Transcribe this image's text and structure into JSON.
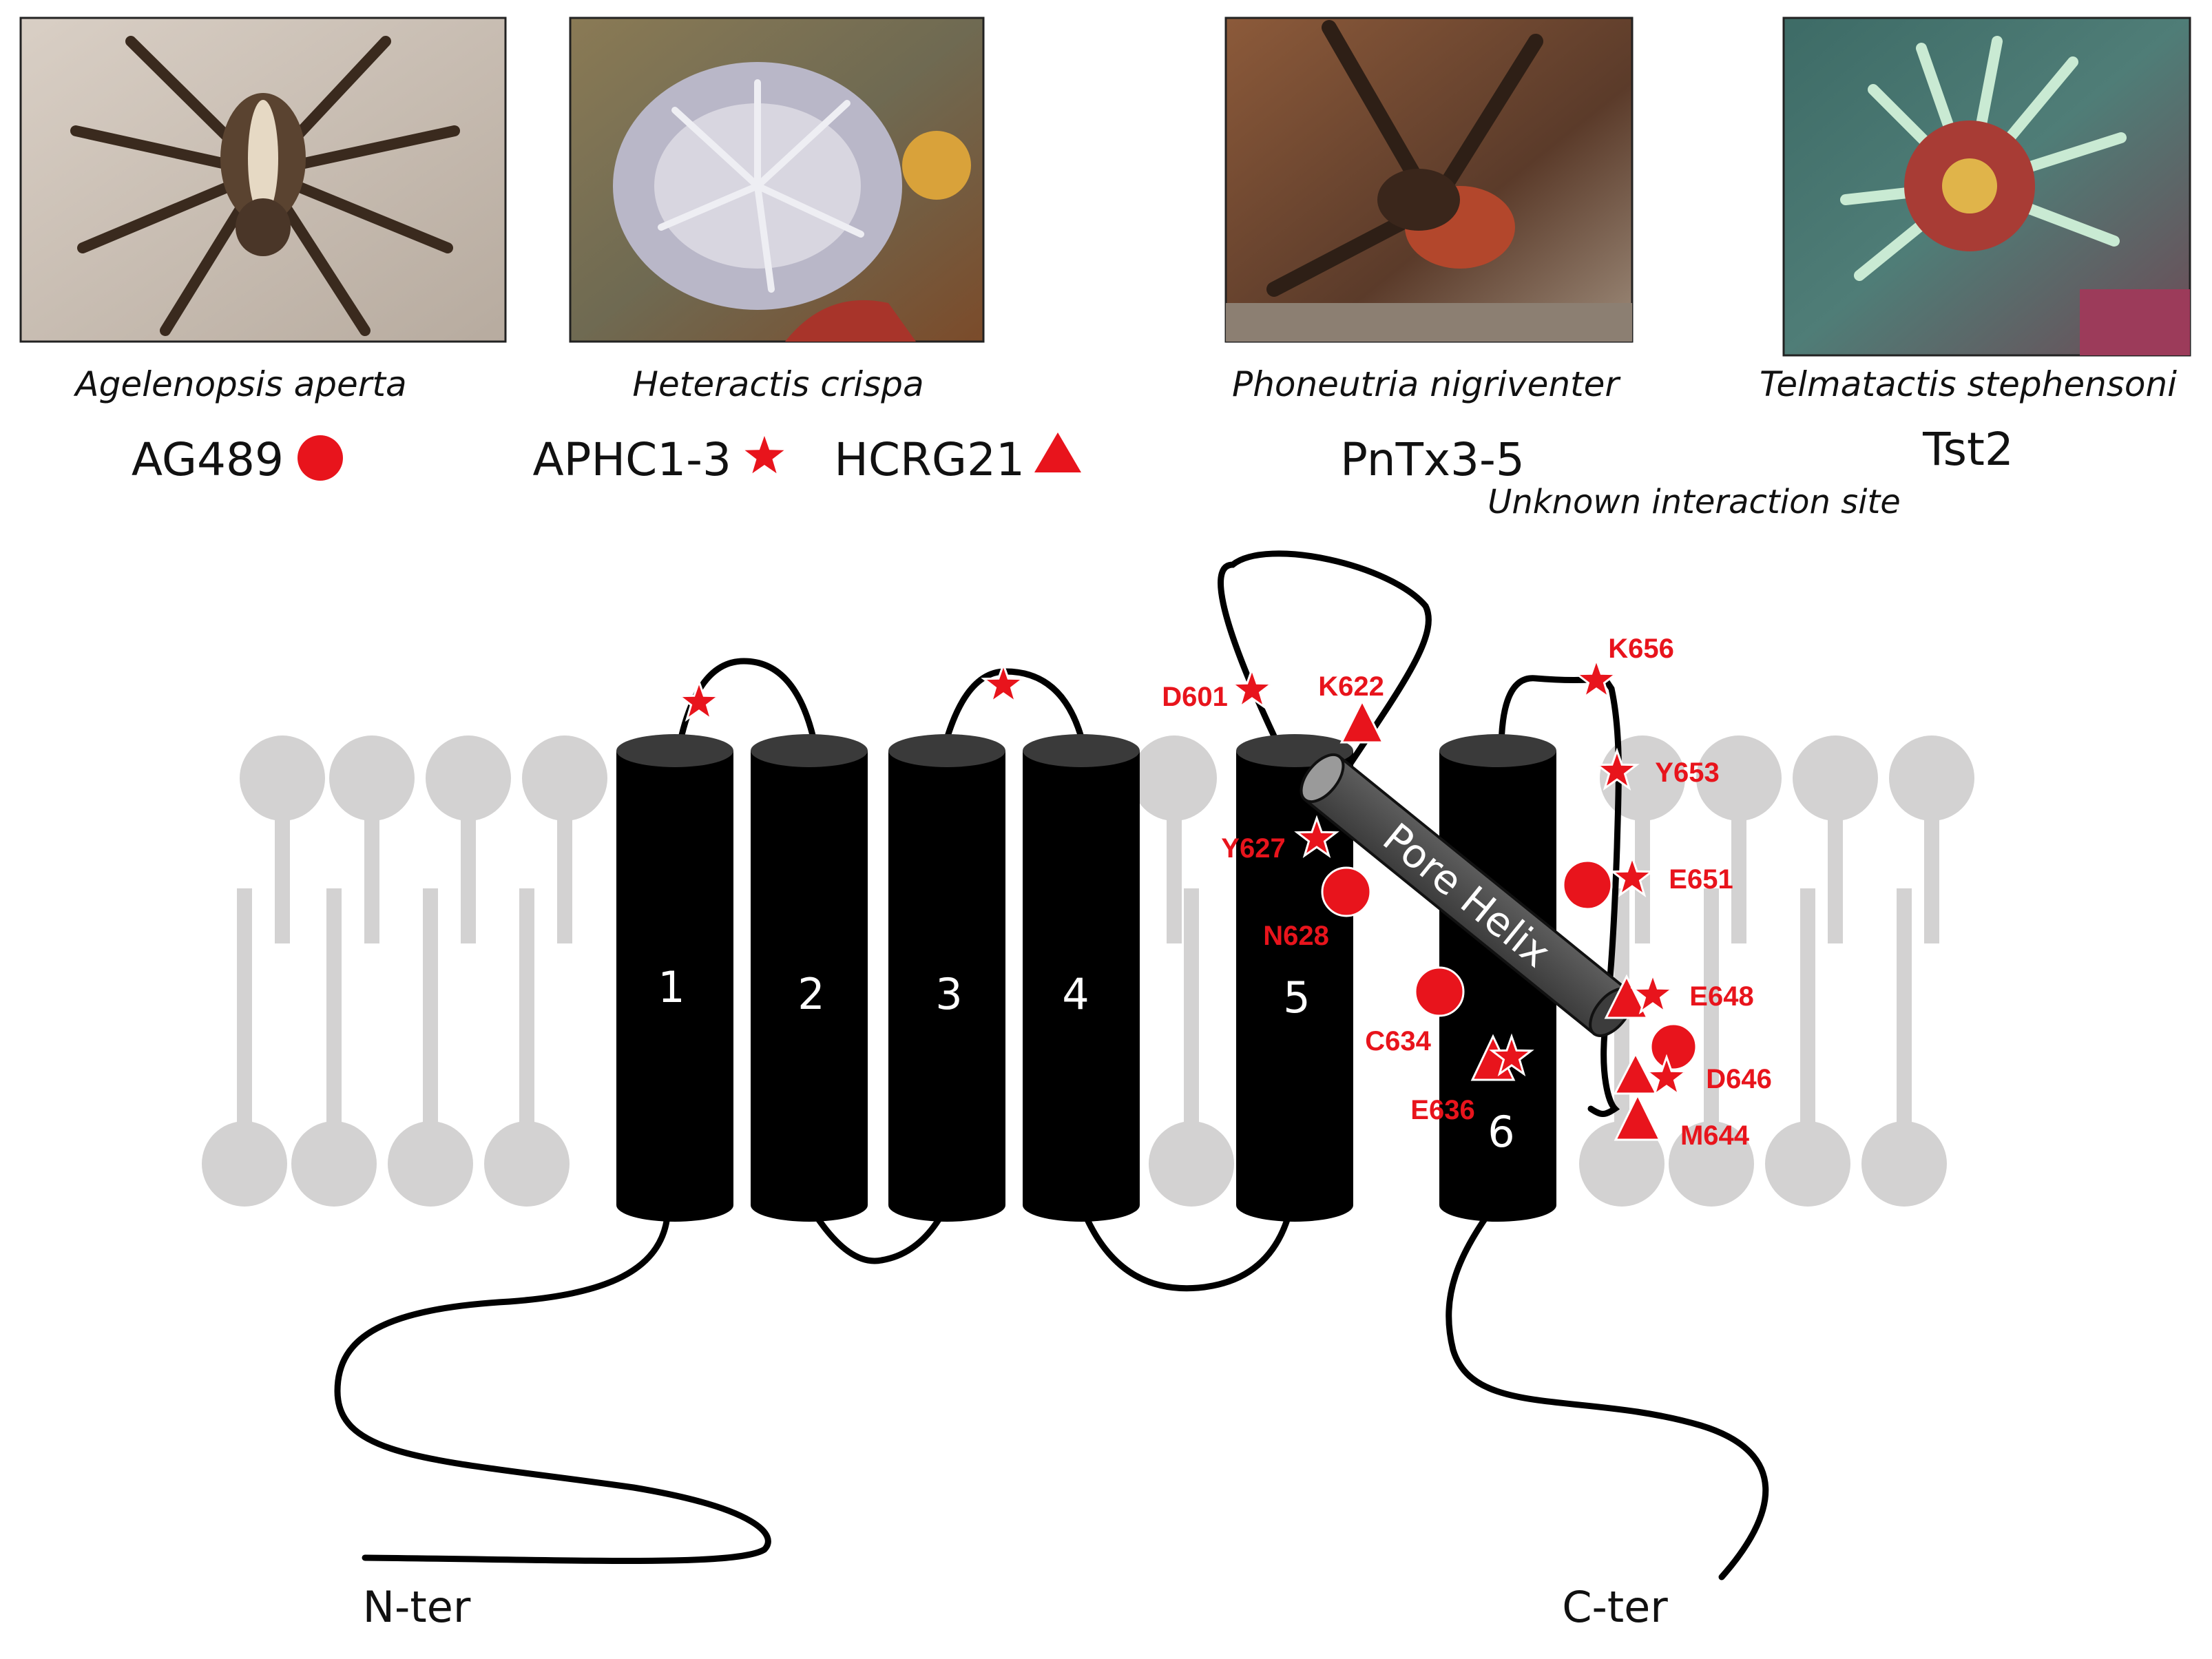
{
  "colors": {
    "marker": "#e8141c",
    "lipid": "#d3d2d2",
    "segment": "#000000",
    "pore_helix": "#4a4a4a"
  },
  "panels": [
    {
      "species": "Agelenopsis aperta",
      "toxin": "AG489",
      "marker": "circle"
    },
    {
      "species": "Heteractis crispa",
      "toxins": [
        {
          "name": "APHC1-3",
          "marker": "star"
        },
        {
          "name": "HCRG21",
          "marker": "triangle"
        }
      ]
    },
    {
      "species": "Phoneutria nigriventer",
      "toxin": "PnTx3-5"
    },
    {
      "species": "Telmatactis stephensoni",
      "toxin": "Tst2"
    }
  ],
  "unknown_site_note": "Unknown interaction site",
  "segments": [
    "1",
    "2",
    "3",
    "4",
    "5",
    "6"
  ],
  "pore_helix_label": "Pore Helix",
  "termini": {
    "n": "N-ter",
    "c": "C-ter"
  },
  "residues": [
    "D601",
    "K622",
    "Y627",
    "N628",
    "C634",
    "E636",
    "K656",
    "Y653",
    "E651",
    "E648",
    "D646",
    "M644"
  ]
}
